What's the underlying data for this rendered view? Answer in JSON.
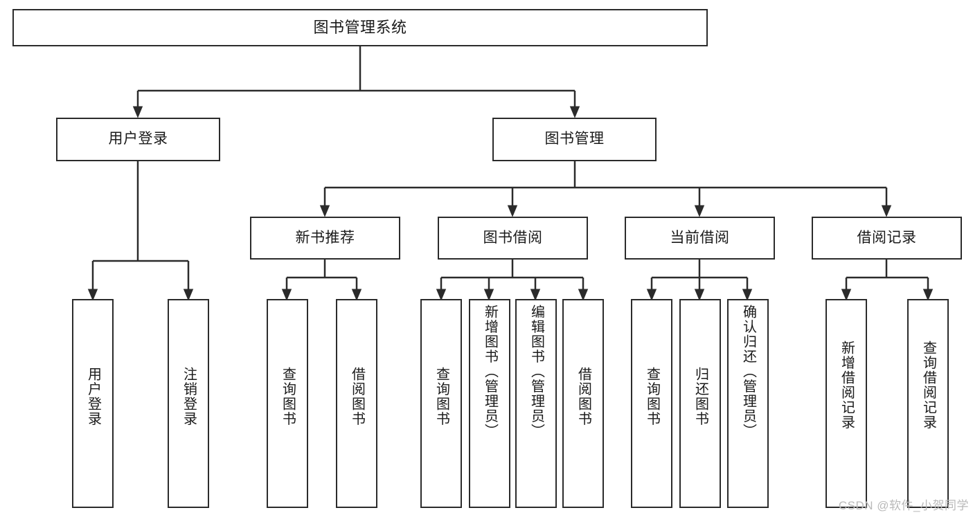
{
  "diagram": {
    "type": "tree",
    "title": "图书管理系统",
    "root": {
      "id": "root",
      "label": "图书管理系统",
      "orientation": "horizontal"
    },
    "level2": [
      {
        "id": "user-login",
        "label": "用户登录",
        "orientation": "horizontal"
      },
      {
        "id": "book-manage",
        "label": "图书管理",
        "orientation": "horizontal"
      }
    ],
    "level3": [
      {
        "id": "new-book-rec",
        "label": "新书推荐",
        "orientation": "horizontal",
        "parent": "book-manage"
      },
      {
        "id": "book-borrow",
        "label": "图书借阅",
        "orientation": "horizontal",
        "parent": "book-manage"
      },
      {
        "id": "current-borrow",
        "label": "当前借阅",
        "orientation": "horizontal",
        "parent": "book-manage"
      },
      {
        "id": "borrow-record",
        "label": "借阅记录",
        "orientation": "horizontal",
        "parent": "book-manage"
      }
    ],
    "leaves": [
      {
        "id": "leaf-user-login",
        "label": "用户登录",
        "parent": "user-login"
      },
      {
        "id": "leaf-logout-login",
        "label": "注销登录",
        "parent": "user-login"
      },
      {
        "id": "leaf-query-book-1",
        "label": "查询图书",
        "parent": "new-book-rec"
      },
      {
        "id": "leaf-borrow-book-1",
        "label": "借阅图书",
        "parent": "new-book-rec"
      },
      {
        "id": "leaf-query-book-2",
        "label": "查询图书",
        "parent": "book-borrow"
      },
      {
        "id": "leaf-add-book",
        "label": "新增图书（管理员）",
        "parent": "book-borrow"
      },
      {
        "id": "leaf-edit-book",
        "label": "编辑图书（管理员）",
        "parent": "book-borrow"
      },
      {
        "id": "leaf-borrow-book-2",
        "label": "借阅图书",
        "parent": "book-borrow"
      },
      {
        "id": "leaf-query-book-3",
        "label": "查询图书",
        "parent": "current-borrow"
      },
      {
        "id": "leaf-return-book",
        "label": "归还图书",
        "parent": "current-borrow"
      },
      {
        "id": "leaf-confirm-return",
        "label": "确认归还（管理员）",
        "parent": "current-borrow"
      },
      {
        "id": "leaf-add-record",
        "label": "新增借阅记录",
        "parent": "borrow-record"
      },
      {
        "id": "leaf-query-record",
        "label": "查询借阅记录",
        "parent": "borrow-record"
      }
    ],
    "watermark": "CSDN @软件_小贺同学",
    "colors": {
      "stroke": "#2b2b2b",
      "fill": "#ffffff",
      "text": "#1a1a1a",
      "watermark": "#b9b9b9"
    }
  }
}
